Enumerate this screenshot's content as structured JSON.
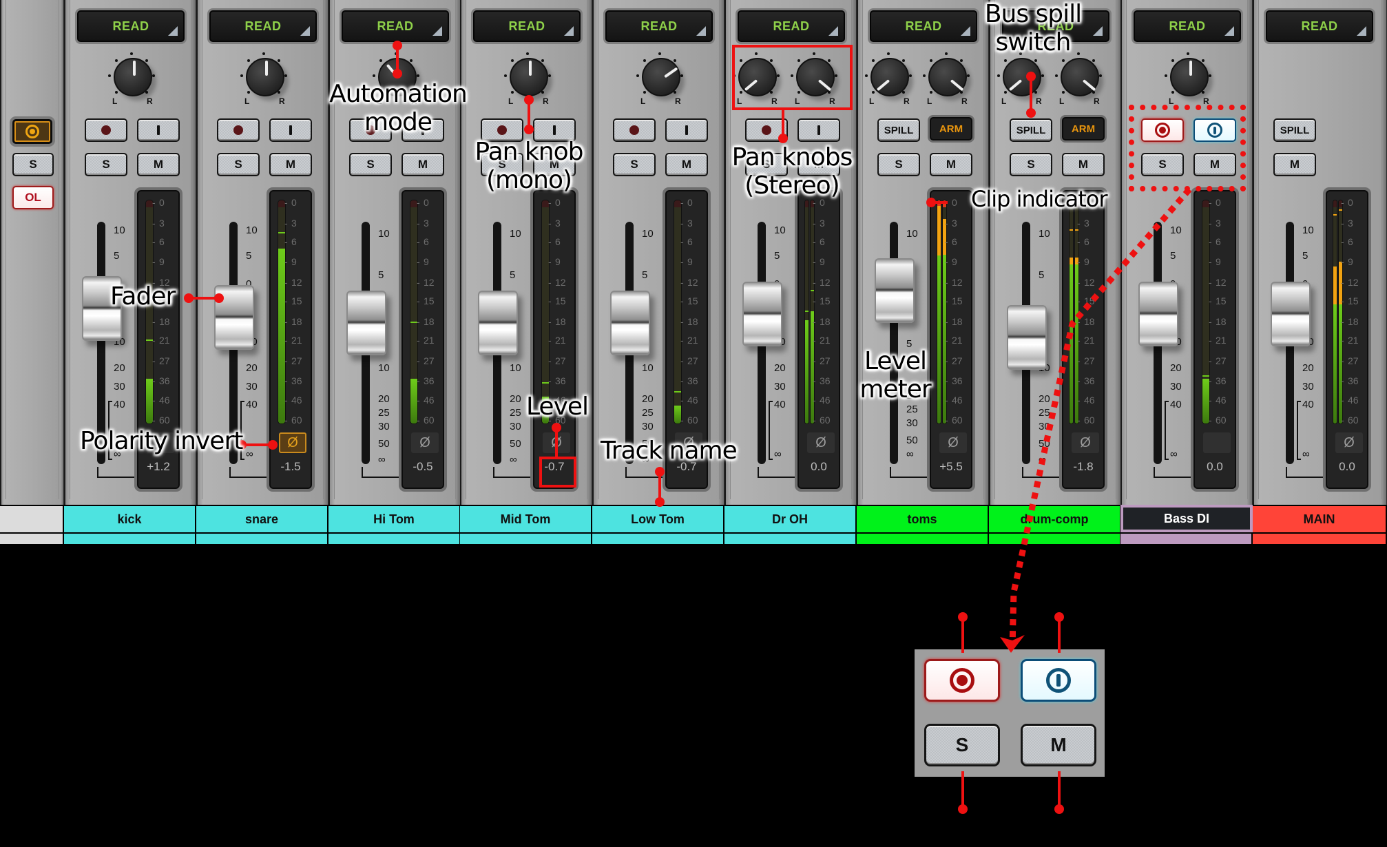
{
  "colors": {
    "audio_track": "#4de3e0",
    "bus_track": "#00f21a",
    "selected_track_bg": "#1f2226",
    "selected_track_under": "#bd9ac0",
    "master_track": "#ff4438",
    "auto_text": "#8fd14a",
    "meter_green": "#6ecc1a",
    "meter_amber": "#f2a312",
    "clip_red": "#e23b1b",
    "annotation_red": "#ee1111"
  },
  "master_section": {
    "record_label": "",
    "solo_label": "S",
    "ol_label": "OL"
  },
  "strips": [
    {
      "name": "kick",
      "type": "mono",
      "automation": "READ",
      "pan": [
        0
      ],
      "buttons": [
        "rec",
        "input"
      ],
      "solo": "S",
      "mute": "M",
      "level": "+1.2",
      "polarity": "Ø",
      "polarity_on": false,
      "fader_pos": 0.42,
      "scale": [
        "10",
        "5",
        "0",
        "5",
        "10",
        "20",
        "30",
        "40",
        "∞"
      ],
      "meter": [
        {
          "fill": 0.2,
          "peak": 0.38,
          "amber": 0
        }
      ],
      "clip": false,
      "color": "audio"
    },
    {
      "name": "snare",
      "type": "mono",
      "automation": "READ",
      "pan": [
        0
      ],
      "buttons": [
        "rec",
        "input"
      ],
      "solo": "S",
      "mute": "M",
      "level": "-1.5",
      "polarity": "Ø",
      "polarity_on": true,
      "fader_pos": 0.47,
      "scale": [
        "10",
        "5",
        "0",
        "5",
        "10",
        "20",
        "30",
        "40",
        "∞"
      ],
      "meter": [
        {
          "fill": 0.78,
          "peak": 0.86,
          "amber": 0
        }
      ],
      "clip": false,
      "color": "audio"
    },
    {
      "name": "Hi Tom",
      "type": "mono",
      "automation": "READ",
      "pan": [
        -40
      ],
      "buttons": [
        "rec",
        "input"
      ],
      "solo": "S",
      "mute": "M",
      "level": "-0.5",
      "polarity": "Ø",
      "polarity_on": false,
      "fader_pos": 0.5,
      "scale": [
        "10",
        "5",
        "0",
        "5",
        "10",
        "20",
        "25",
        "30",
        "50",
        "∞"
      ],
      "meter": [
        {
          "fill": 0.2,
          "peak": 0.46,
          "amber": 0
        }
      ],
      "clip": false,
      "color": "audio"
    },
    {
      "name": "Mid Tom",
      "type": "mono",
      "automation": "READ",
      "pan": [
        0
      ],
      "buttons": [
        "rec",
        "input"
      ],
      "solo": "S",
      "mute": "M",
      "level": "-0.7",
      "polarity": "Ø",
      "polarity_on": false,
      "fader_pos": 0.5,
      "scale": [
        "10",
        "5",
        "0",
        "5",
        "10",
        "20",
        "25",
        "30",
        "50",
        "∞"
      ],
      "meter": [
        {
          "fill": 0.12,
          "peak": 0.19,
          "amber": 0
        }
      ],
      "clip": false,
      "color": "audio"
    },
    {
      "name": "Low Tom",
      "type": "mono",
      "automation": "READ",
      "pan": [
        55
      ],
      "buttons": [
        "rec",
        "input"
      ],
      "solo": "S",
      "mute": "M",
      "level": "-0.7",
      "polarity": "Ø",
      "polarity_on": false,
      "fader_pos": 0.5,
      "scale": [
        "10",
        "5",
        "0",
        "5",
        "10",
        "20",
        "25",
        "30",
        "50",
        "∞"
      ],
      "meter": [
        {
          "fill": 0.08,
          "peak": 0.15,
          "amber": 0
        }
      ],
      "clip": false,
      "color": "audio"
    },
    {
      "name": "Dr OH",
      "type": "stereo",
      "automation": "READ",
      "pan": [
        -130,
        130
      ],
      "buttons": [
        "rec",
        "input"
      ],
      "solo": "S",
      "mute": "M",
      "level": "0.0",
      "polarity": "Ø",
      "polarity_on": false,
      "fader_pos": 0.45,
      "scale": [
        "10",
        "5",
        "0",
        "5",
        "10",
        "20",
        "30",
        "40",
        "∞"
      ],
      "meter": [
        {
          "fill": 0.46,
          "peak": 0.51,
          "amber": 0
        },
        {
          "fill": 0.5,
          "peak": 0.6,
          "amber": 0
        }
      ],
      "clip": false,
      "color": "audio"
    },
    {
      "name": "toms",
      "type": "bus",
      "automation": "READ",
      "pan": [
        -130,
        130
      ],
      "buttons": [
        "spill",
        "arm"
      ],
      "spill": "SPILL",
      "arm": "ARM",
      "solo": "S",
      "mute": "M",
      "level": "+5.5",
      "polarity": "Ø",
      "polarity_on": false,
      "fader_pos": 0.32,
      "scale": [
        "10",
        "5",
        "0",
        "5",
        "20",
        "25",
        "30",
        "50",
        "∞"
      ],
      "meter": [
        {
          "fill": 0.97,
          "peak": 0.97,
          "amber": 0.22
        },
        {
          "fill": 0.91,
          "peak": 0.91,
          "amber": 0.16
        }
      ],
      "clip": true,
      "color": "bus"
    },
    {
      "name": "drum-comp",
      "type": "bus",
      "automation": "READ",
      "pan": [
        -130,
        130
      ],
      "buttons": [
        "spill",
        "arm"
      ],
      "spill": "SPILL",
      "arm": "ARM",
      "solo": "S",
      "mute": "M",
      "level": "-1.8",
      "polarity": "Ø",
      "polarity_on": false,
      "fader_pos": 0.58,
      "scale": [
        "10",
        "5",
        "0",
        "5",
        "10",
        "20",
        "25",
        "30",
        "50",
        "∞"
      ],
      "meter": [
        {
          "fill": 0.74,
          "peak": 0.87,
          "amber": 0.03
        },
        {
          "fill": 0.74,
          "peak": 0.87,
          "amber": 0.03
        }
      ],
      "clip": false,
      "color": "bus"
    },
    {
      "name": "Bass DI",
      "type": "mono-selected",
      "automation": "READ",
      "pan": [
        0
      ],
      "buttons": [
        "rec-on",
        "input-on"
      ],
      "solo": "S",
      "mute": "M",
      "level": "0.0",
      "polarity": "",
      "polarity_on": false,
      "fader_pos": 0.45,
      "scale": [
        "10",
        "5",
        "0",
        "5",
        "10",
        "20",
        "30",
        "40",
        "∞"
      ],
      "meter": [
        {
          "fill": 0.2,
          "peak": 0.22,
          "amber": 0
        }
      ],
      "clip": false,
      "color": "selected"
    },
    {
      "name": "MAIN",
      "type": "master",
      "automation": "READ",
      "pan": [],
      "buttons": [
        "spill"
      ],
      "spill": "SPILL",
      "mute": "M",
      "level": "0.0",
      "polarity": "Ø",
      "polarity_on": false,
      "fader_pos": 0.45,
      "scale": [
        "10",
        "5",
        "0",
        "5",
        "10",
        "20",
        "30",
        "40",
        "∞"
      ],
      "meter": [
        {
          "fill": 0.7,
          "peak": 0.94,
          "amber": 0.17
        },
        {
          "fill": 0.72,
          "peak": 0.96,
          "amber": 0.19
        }
      ],
      "clip": false,
      "color": "master"
    }
  ],
  "meter_ticks": [
    "0",
    "3",
    "6",
    "9",
    "12",
    "15",
    "18",
    "21",
    "27",
    "36",
    "46",
    "60"
  ],
  "annotations": {
    "automation_mode": "Automation\nmode",
    "pan_knob_mono": "Pan knob\n(mono)",
    "pan_knobs_stereo": "Pan knobs\n(Stereo)",
    "bus_spill_switch": "Bus spill\nswitch",
    "clip_indicator": "Clip indicator",
    "fader": "Fader",
    "polarity_invert": "Polarity invert",
    "level": "Level",
    "track_name": "Track name",
    "level_meter": "Level\nmeter"
  },
  "callout": {
    "record_icon": "record-arm-icon",
    "input_icon": "input-monitor-icon",
    "solo_label": "S",
    "mute_label": "M"
  }
}
